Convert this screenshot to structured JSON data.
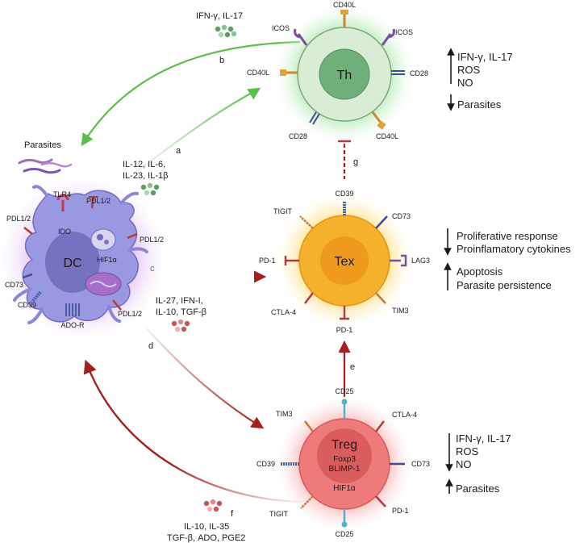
{
  "cells": {
    "th": {
      "name": "Th",
      "markers": [
        "CD40L",
        "ICOS",
        "ICOS",
        "CD40L",
        "CD28",
        "CD28",
        "CD40L"
      ]
    },
    "tex": {
      "name": "Tex",
      "markers": [
        "CD39",
        "TIGIT",
        "CD73",
        "PD-1",
        "LAG3",
        "CTLA-4",
        "TIM3",
        "PD-1"
      ]
    },
    "treg": {
      "name": "Treg",
      "inner": [
        "Foxp3",
        "BLIMP-1"
      ],
      "marker_hif": "HIF1α",
      "markers": [
        "CD25",
        "TIM3",
        "CTLA-4",
        "CD39",
        "CD73",
        "TIGIT",
        "PD-1",
        "CD25"
      ]
    },
    "dc": {
      "name": "DC",
      "tlr": "TLR4",
      "ido": "IDO",
      "hif": "HIF1α",
      "ador": "ADO-R",
      "markers": [
        "PDL1/2",
        "PDL1/2",
        "PDL1/2",
        "CD73",
        "CD39",
        "PDL1/2"
      ]
    }
  },
  "cytokines": {
    "b": "IFN-γ, IL-17",
    "a": [
      "IL-12, IL-6,",
      "IL-23, IL-1β"
    ],
    "c": [
      "IL-27, IFN-I,",
      "IL-10, TGF-β"
    ],
    "f": [
      "IL-10, IL-35",
      "TGF-β, ADO, PGE2"
    ]
  },
  "parasites_label": "Parasites",
  "arrow_letters": [
    "a",
    "b",
    "c",
    "d",
    "e",
    "f",
    "g"
  ],
  "effects": {
    "th": {
      "up": [
        "IFN-γ, IL-17",
        "ROS",
        "NO"
      ],
      "down": [
        "Parasites"
      ]
    },
    "tex": {
      "down": [
        "Proliferative response",
        "Proinflamatory cytokines"
      ],
      "up": [
        "Apoptosis",
        "Parasite persistence"
      ]
    },
    "treg": {
      "down": [
        "IFN-γ, IL-17",
        "ROS",
        "NO"
      ],
      "up": [
        "Parasites"
      ]
    }
  }
}
